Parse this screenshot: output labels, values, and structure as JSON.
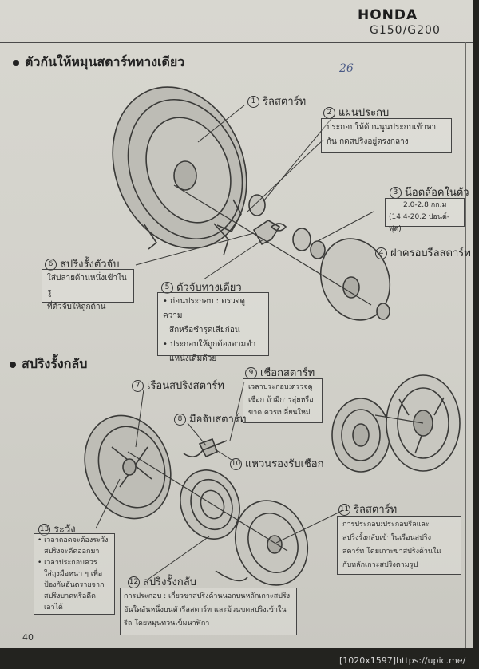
{
  "header": {
    "brand": "HONDA",
    "model": "G150/G200"
  },
  "hand_note": "26",
  "section1": {
    "title": "ตัวกันให้หมุนสตาร์ททางเดียว",
    "parts": {
      "p1": {
        "num": "1",
        "label": "รีลสตาร์ท"
      },
      "p2": {
        "num": "2",
        "label": "แผ่นประกบ",
        "note": [
          "ประกอบให้ด้านนูนประกบเข้าหา",
          "กัน กดสปริงอยู่ตรงกลาง"
        ]
      },
      "p3": {
        "num": "3",
        "label": "น๊อตล๊อคในตัว",
        "note": [
          "2.0-2.8 กก.ม",
          "(14.4-20.2 ปอนด์-ฟุต)"
        ]
      },
      "p4": {
        "num": "4",
        "label": "ฝาครอบรีลสตาร์ท"
      },
      "p5": {
        "num": "5",
        "label": "ตัวจับทางเดียว",
        "note": [
          "• ก่อนประกอบ : ตรวจดูความ",
          "สึกหรือชำรุดเสียก่อน",
          "• ประกอบให้ถูกต้องตามตำ",
          "แหน่งเดิมด้วย"
        ]
      },
      "p6": {
        "num": "6",
        "label": "สปริงรั้งตัวจับ",
        "note": [
          "ใส่ปลายด้านหนึ่งเข้าในรู",
          "ที่ตัวจับให้ถูกด้าน"
        ]
      }
    }
  },
  "section2": {
    "title": "สปริงรั้งกลับ",
    "parts": {
      "p7": {
        "num": "7",
        "label": "เรือนสปริงสตาร์ท"
      },
      "p8": {
        "num": "8",
        "label": "มือจับสตาร์ท"
      },
      "p9": {
        "num": "9",
        "label": "เชือกสตาร์ท",
        "note": [
          "เวลาประกอบ:ตรวจดู",
          "เชือก ถ้ามีการลุ่ยหรือ",
          "ขาด ควรเปลี่ยนใหม่"
        ]
      },
      "p10": {
        "num": "10",
        "label": "แหวนรองรับเชือก"
      },
      "p11": {
        "num": "11",
        "label": "รีลสตาร์ท",
        "note": [
          "การประกอบ:ประกอบรีลและ",
          "สปริงรั้งกลับเข้าในเรือนสปริง",
          "สตาร์ท โดยเกาะขาสปริงด้านใน",
          "กับหลักเกาะสปริงตามรูป"
        ]
      },
      "p12": {
        "num": "12",
        "label": "สปริงรั้งกลับ",
        "note": [
          "การประกอบ : เกี่ยวขาสปริงด้านนอกบนหลักเกาะสปริง",
          "อันใดอันหนึ่งบนตัวรีลสตาร์ท และม้วนขดสปริงเข้าใน",
          "รีล โดยหมุนทวนเข็มนาฬิกา"
        ]
      },
      "p13": {
        "num": "13",
        "label": "ระวัง",
        "note": [
          "• เวลาถอดจะต้องระวัง",
          "สปริงจะดีดออกมา",
          "• เวลาประกอบควร",
          "ใส่ถุงมือหนา ๆ เพื่อ",
          "ป้องกันอันตรายจาก",
          "สปริงบาดหรือดีด",
          "เอาได้"
        ]
      }
    }
  },
  "page_number": "40",
  "footer_caption": "[1020x1597]https://upic.me/"
}
